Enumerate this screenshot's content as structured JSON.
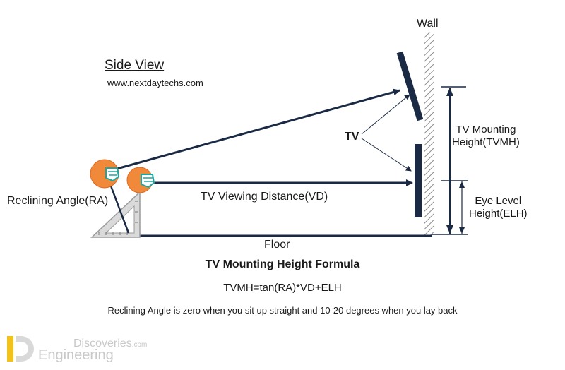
{
  "title": "Side View",
  "website": "www.nextdaytechs.com",
  "labels": {
    "wall": "Wall",
    "tv": "TV",
    "tvmh_line1": "TV Mounting",
    "tvmh_line2": "Height(TVMH)",
    "elh_line1": "Eye Level",
    "elh_line2": "Height(ELH)",
    "reclining_angle": "Reclining Angle(RA)",
    "viewing_distance": "TV Viewing Distance(VD)",
    "floor": "Floor"
  },
  "formula": {
    "heading": "TV Mounting Height Formula",
    "expression": "TVMH=tan(RA)*VD+ELH",
    "note": "Reclining Angle is zero when you sit up straight and 10-20 degrees when you lay back"
  },
  "watermark": {
    "top": "Discoveries",
    "top_suffix": ".com",
    "bottom": "Engineering"
  },
  "colors": {
    "ink": "#1a2a44",
    "head": "#f08a3a",
    "helmet": "#1aa7a0",
    "logo_yellow": "#f2c21a"
  }
}
